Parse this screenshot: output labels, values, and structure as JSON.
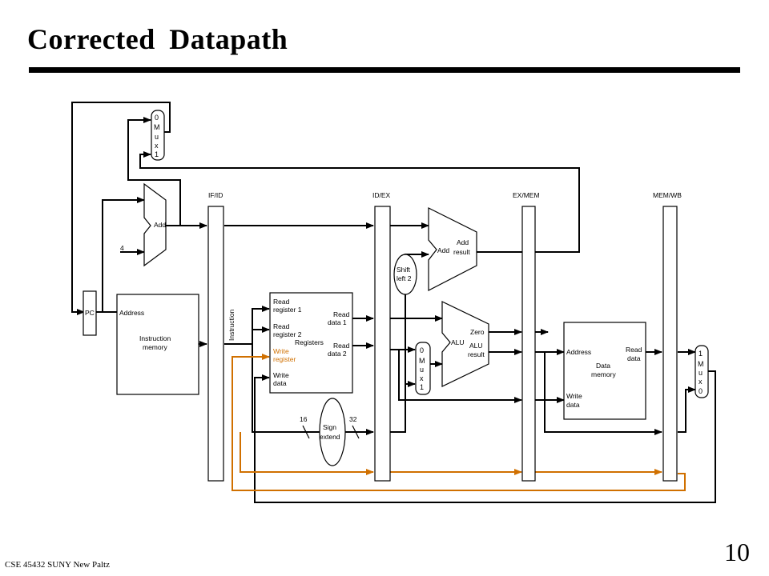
{
  "slide": {
    "title": "Corrected Datapath",
    "number": "10",
    "footer": "CSE 45432 SUNY New Paltz"
  },
  "colors": {
    "wire": "#000000",
    "highlight": "#d07000"
  },
  "pipeline_registers": [
    "IF/ID",
    "ID/EX",
    "EX/MEM",
    "MEM/WB"
  ],
  "blocks": {
    "pc": "PC",
    "instruction_memory": {
      "address": "Address",
      "line1": "Instruction",
      "line2": "memory"
    },
    "instruction_label": "Instruction",
    "pc_adder": {
      "label": "Add",
      "constant": "4"
    },
    "registers": {
      "read_register_1": [
        "Read",
        "register 1"
      ],
      "read_register_2": [
        "Read",
        "register 2"
      ],
      "write_register": [
        "Write",
        "register"
      ],
      "write_data": [
        "Write",
        "data"
      ],
      "read_data_1": [
        "Read",
        "data 1"
      ],
      "read_data_2": [
        "Read",
        "data 2"
      ],
      "name": "Registers"
    },
    "sign_extend": {
      "line1": "Sign",
      "line2": "extend",
      "in_bits": "16",
      "out_bits": "32"
    },
    "shift_left": {
      "line1": "Shift",
      "line2": "left 2"
    },
    "branch_adder": {
      "label": "Add",
      "result1": "Add",
      "result2": "result"
    },
    "alu": {
      "label": "ALU",
      "zero": "Zero",
      "result1": "ALU",
      "result2": "result"
    },
    "data_memory": {
      "address": "Address",
      "read1": "Read",
      "read2": "data",
      "line1": "Data",
      "line2": "memory",
      "write1": "Write",
      "write2": "data"
    },
    "mux_pc": [
      "0",
      "M",
      "u",
      "x",
      "1"
    ],
    "mux_alu": [
      "0",
      "M",
      "u",
      "x",
      "1"
    ],
    "mux_wb": [
      "1",
      "M",
      "u",
      "x",
      "0"
    ]
  }
}
